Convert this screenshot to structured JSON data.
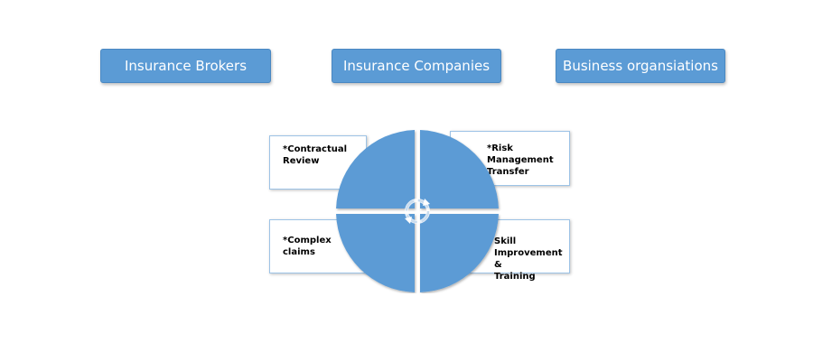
{
  "top_boxes": {
    "brokers": "Insurance Brokers",
    "companies": "Insurance Companies",
    "business": "Business organsiations"
  },
  "notes": {
    "top_left": "*Contractual\nReview",
    "top_right": "*Risk\nManagement\nTransfer",
    "bottom_left": "*Complex\nclaims",
    "bottom_right": "Skill\nImprovement &\nTraining"
  },
  "colors": {
    "box_fill": "#5b9bd5",
    "box_text": "#ffffff",
    "note_border": "#9dc3e6",
    "quadrant_fill": "#5b9bd5"
  },
  "icons": {
    "center": "cycle-arrows-icon"
  }
}
